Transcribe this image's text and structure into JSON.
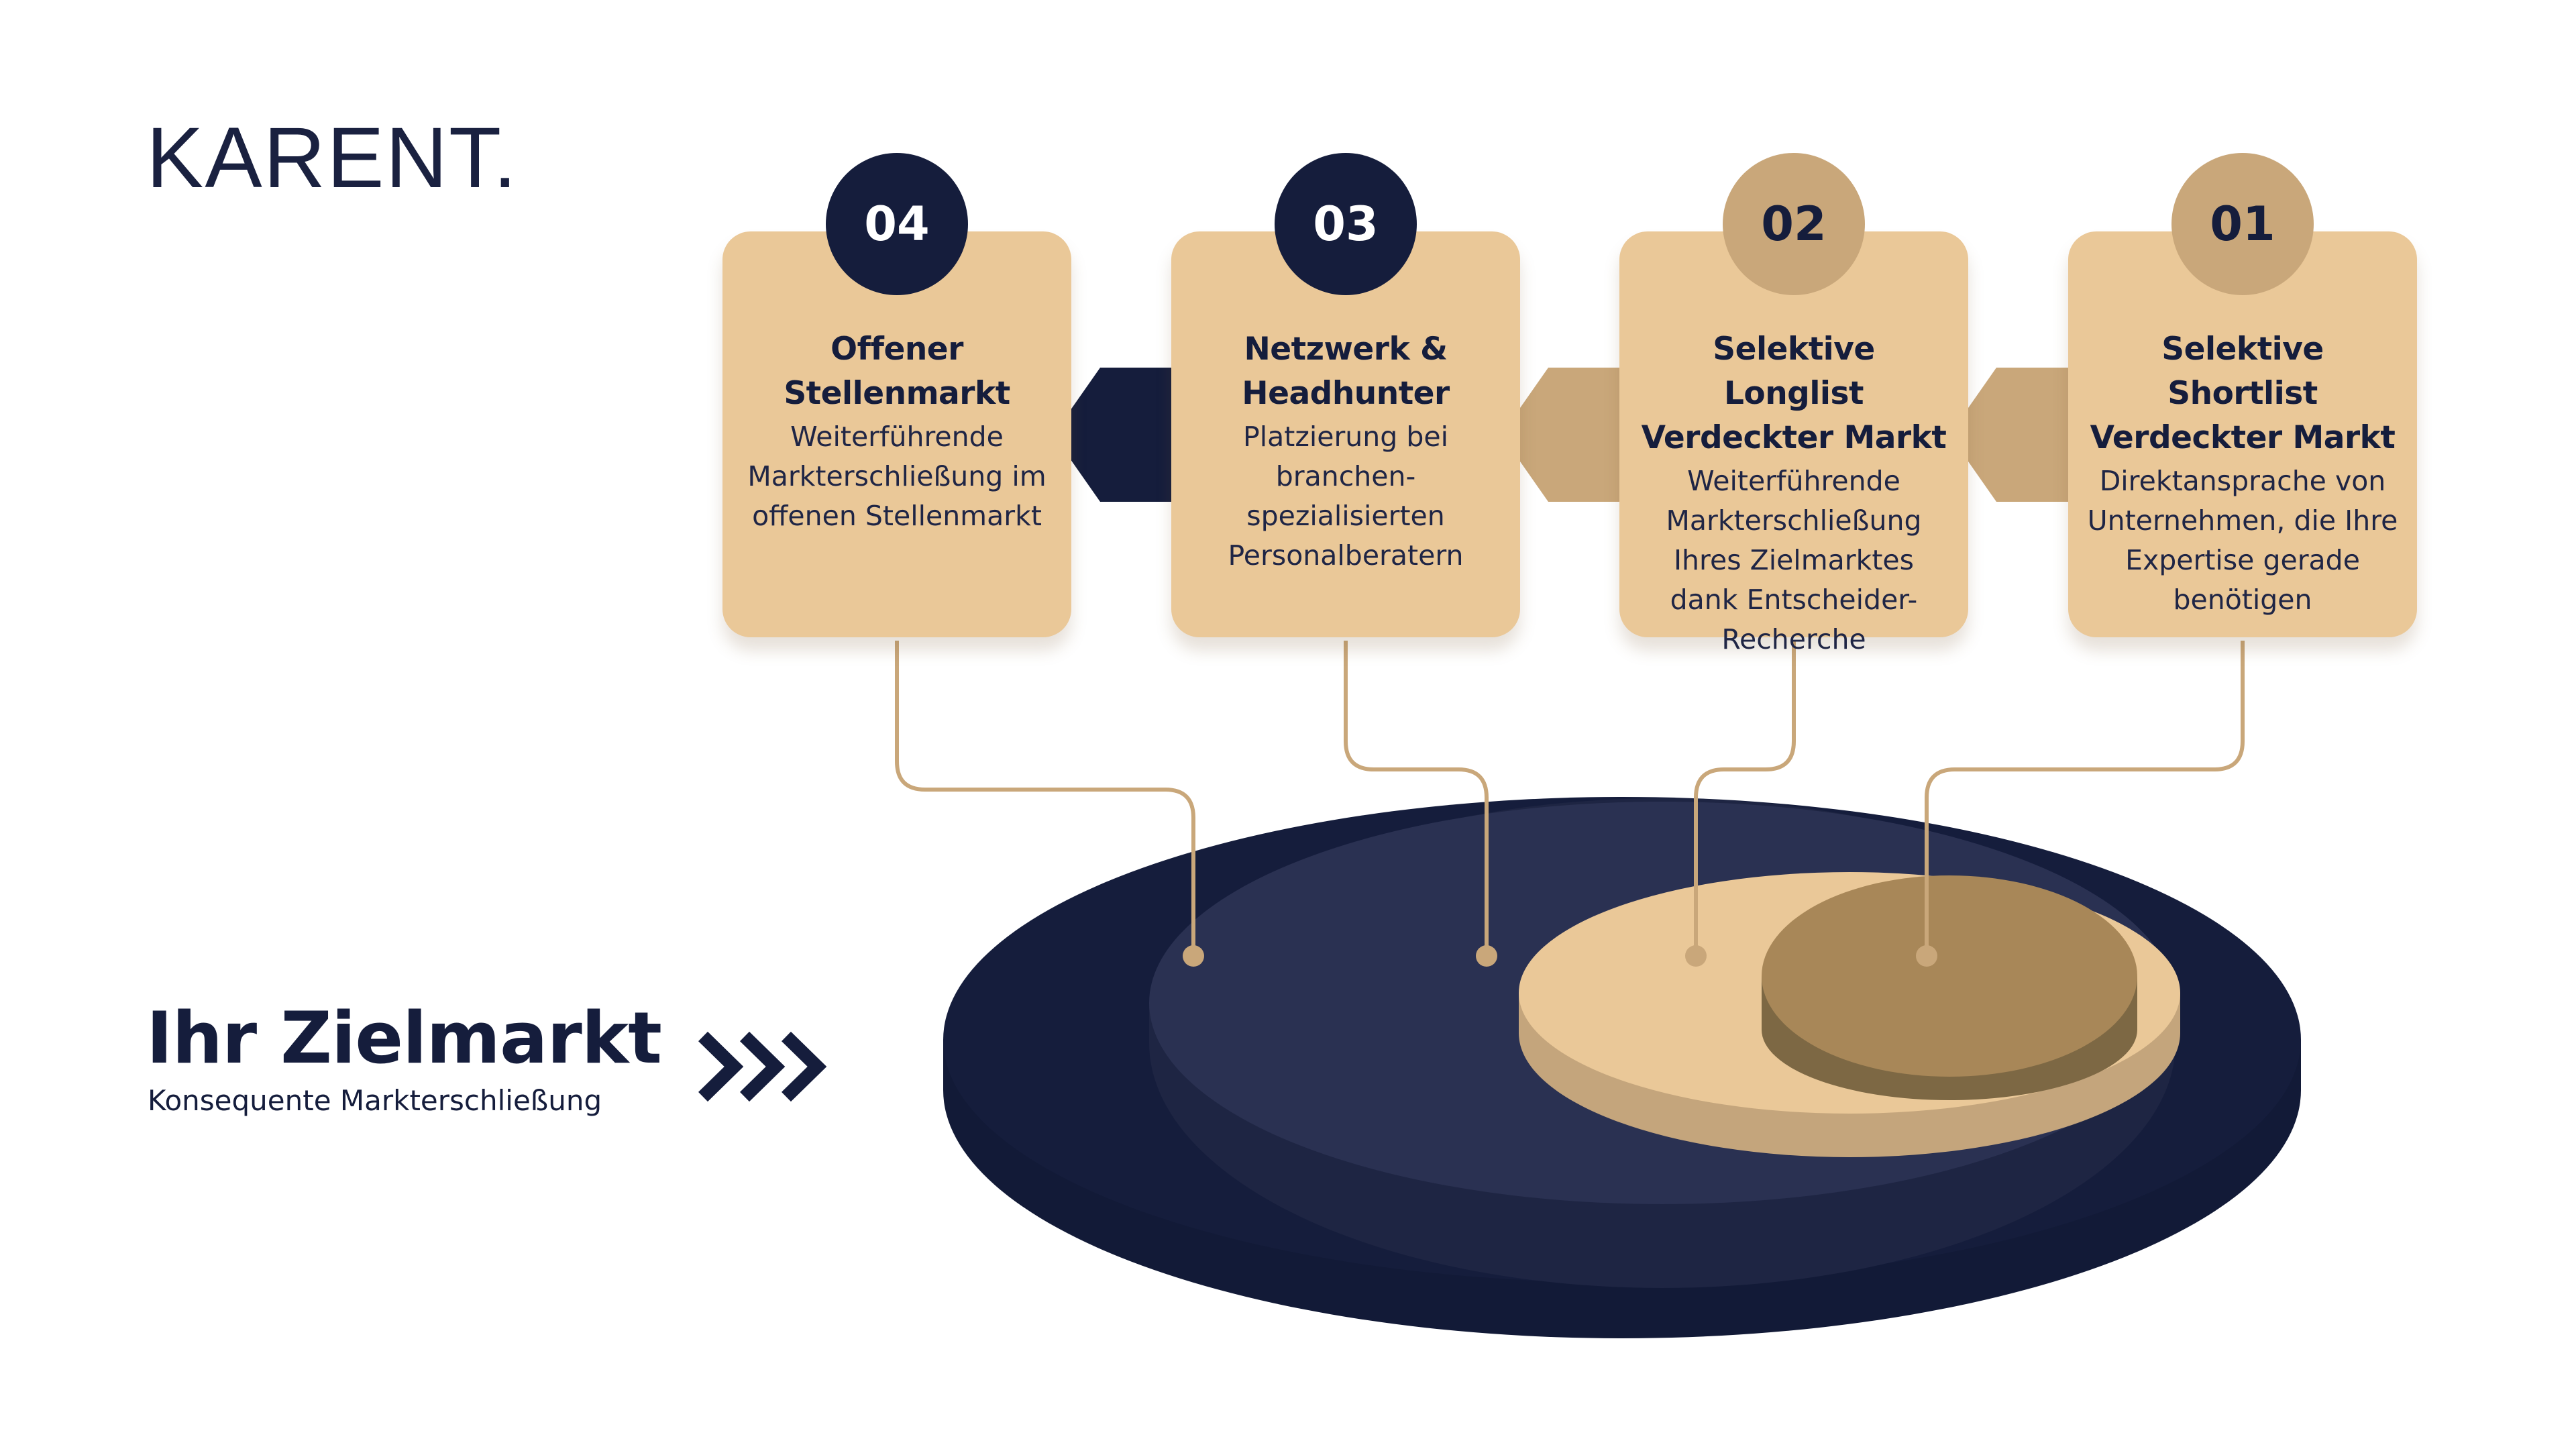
{
  "brand": {
    "logo": "KARENT."
  },
  "headline": {
    "title": "Ihr Zielmarkt",
    "subtitle": "Konsequente Markterschließung"
  },
  "colors": {
    "navy": "#151d3c",
    "navy_mid": "#2a3152",
    "sand": "#eac898",
    "gold": "#c9a77a",
    "brown": "#a88758",
    "line": "#c9a77a"
  },
  "steps": [
    {
      "number": "04",
      "title": "Offener Stellenmarkt",
      "description": "Weiterführende Markterschließung im offenen Stellenmarkt",
      "badge_style": "dark"
    },
    {
      "number": "03",
      "title": "Netzwerk & Headhunter",
      "description": "Platzierung bei branchen-spezialisierten Personalberatern",
      "badge_style": "dark"
    },
    {
      "number": "02",
      "title": "Selektive Longlist Verdeckter Markt",
      "description": "Weiterführende Markterschließung Ihres Zielmarktes dank Entscheider-Recherche",
      "badge_style": "light"
    },
    {
      "number": "01",
      "title": "Selektive Shortlist Verdeckter Markt",
      "description": "Direktansprache von Unternehmen, die Ihre Expertise gerade benötigen",
      "badge_style": "light"
    }
  ]
}
